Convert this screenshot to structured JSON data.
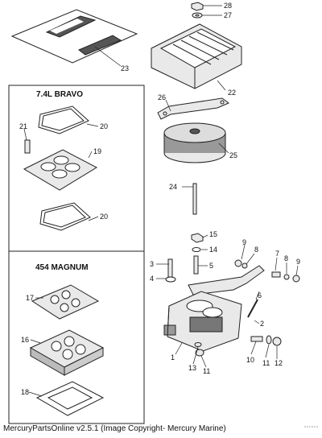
{
  "sections": {
    "bravo_title": "7.4L BRAVO",
    "magnum_title": "454 MAGNUM"
  },
  "callouts": {
    "c1": "1",
    "c2": "2",
    "c3": "3",
    "c4": "4",
    "c5": "5",
    "c6": "6",
    "c7": "7",
    "c8a": "8",
    "c8b": "8",
    "c9a": "9",
    "c9b": "9",
    "c10": "10",
    "c11a": "11",
    "c11b": "11",
    "c12": "12",
    "c13": "13",
    "c14": "14",
    "c15": "15",
    "c16": "16",
    "c17": "17",
    "c18": "18",
    "c19": "19",
    "c20a": "20",
    "c20b": "20",
    "c21": "21",
    "c22": "22",
    "c23": "23",
    "c24": "24",
    "c25": "25",
    "c26": "26",
    "c27": "27",
    "c28": "28"
  },
  "footer": "MercuryPartsOnline v2.5.1 (Image Copyright- Mercury Marine)"
}
